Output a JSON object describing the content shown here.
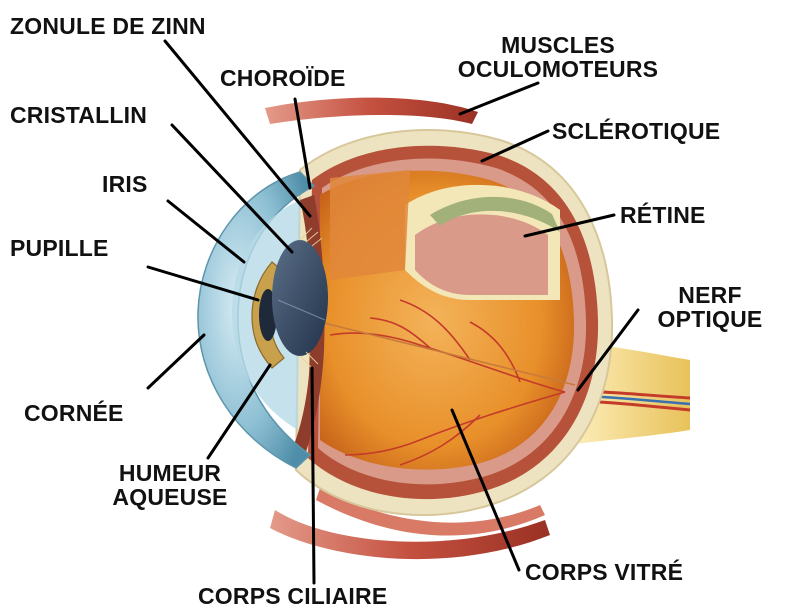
{
  "labels": {
    "zonule": "ZONULE DE ZINN",
    "choroide": "CHOROÏDE",
    "muscles_1": "MUSCLES",
    "muscles_2": "OCULOMOTEURS",
    "cristallin": "CRISTALLIN",
    "sclerotique": "SCLÉROTIQUE",
    "iris": "IRIS",
    "retine": "RÉTINE",
    "pupille": "PUPILLE",
    "nerf_1": "NERF",
    "nerf_2": "OPTIQUE",
    "cornee": "CORNÉE",
    "humeur_1": "HUMEUR",
    "humeur_2": "AQUEUSE",
    "corps_vitre": "CORPS VITRÉ",
    "corps_ciliaire": "CORPS CILIAIRE"
  },
  "colors": {
    "label_text": "#111111",
    "leader_line": "#000000",
    "cornea": "#7fb4c9",
    "lens": "#3a4f66",
    "vitreous": "#e8902a",
    "retina": "#d99a8a",
    "choroid": "#b6513a",
    "sclera": "#eee3c0",
    "muscle": "#c4503f",
    "nerve": "#f1d27a"
  }
}
